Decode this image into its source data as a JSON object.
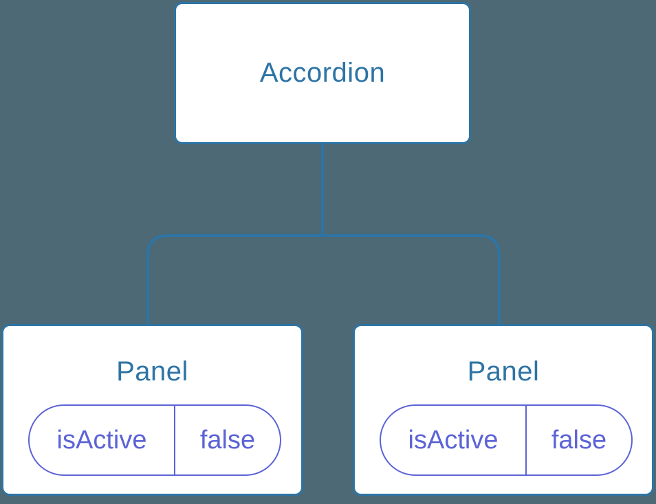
{
  "diagram": {
    "type": "component-tree",
    "root": {
      "label": "Accordion"
    },
    "children": [
      {
        "label": "Panel",
        "props": [
          {
            "name": "isActive",
            "value": "false"
          }
        ]
      },
      {
        "label": "Panel",
        "props": [
          {
            "name": "isActive",
            "value": "false"
          }
        ]
      }
    ]
  },
  "colors": {
    "background": "#4c6975",
    "connector": "#2e74a4",
    "node_border": "#2e74a4",
    "node_background": "#ffffff",
    "node_title": "#2e74a4",
    "prop_accent": "#5c63d6"
  }
}
